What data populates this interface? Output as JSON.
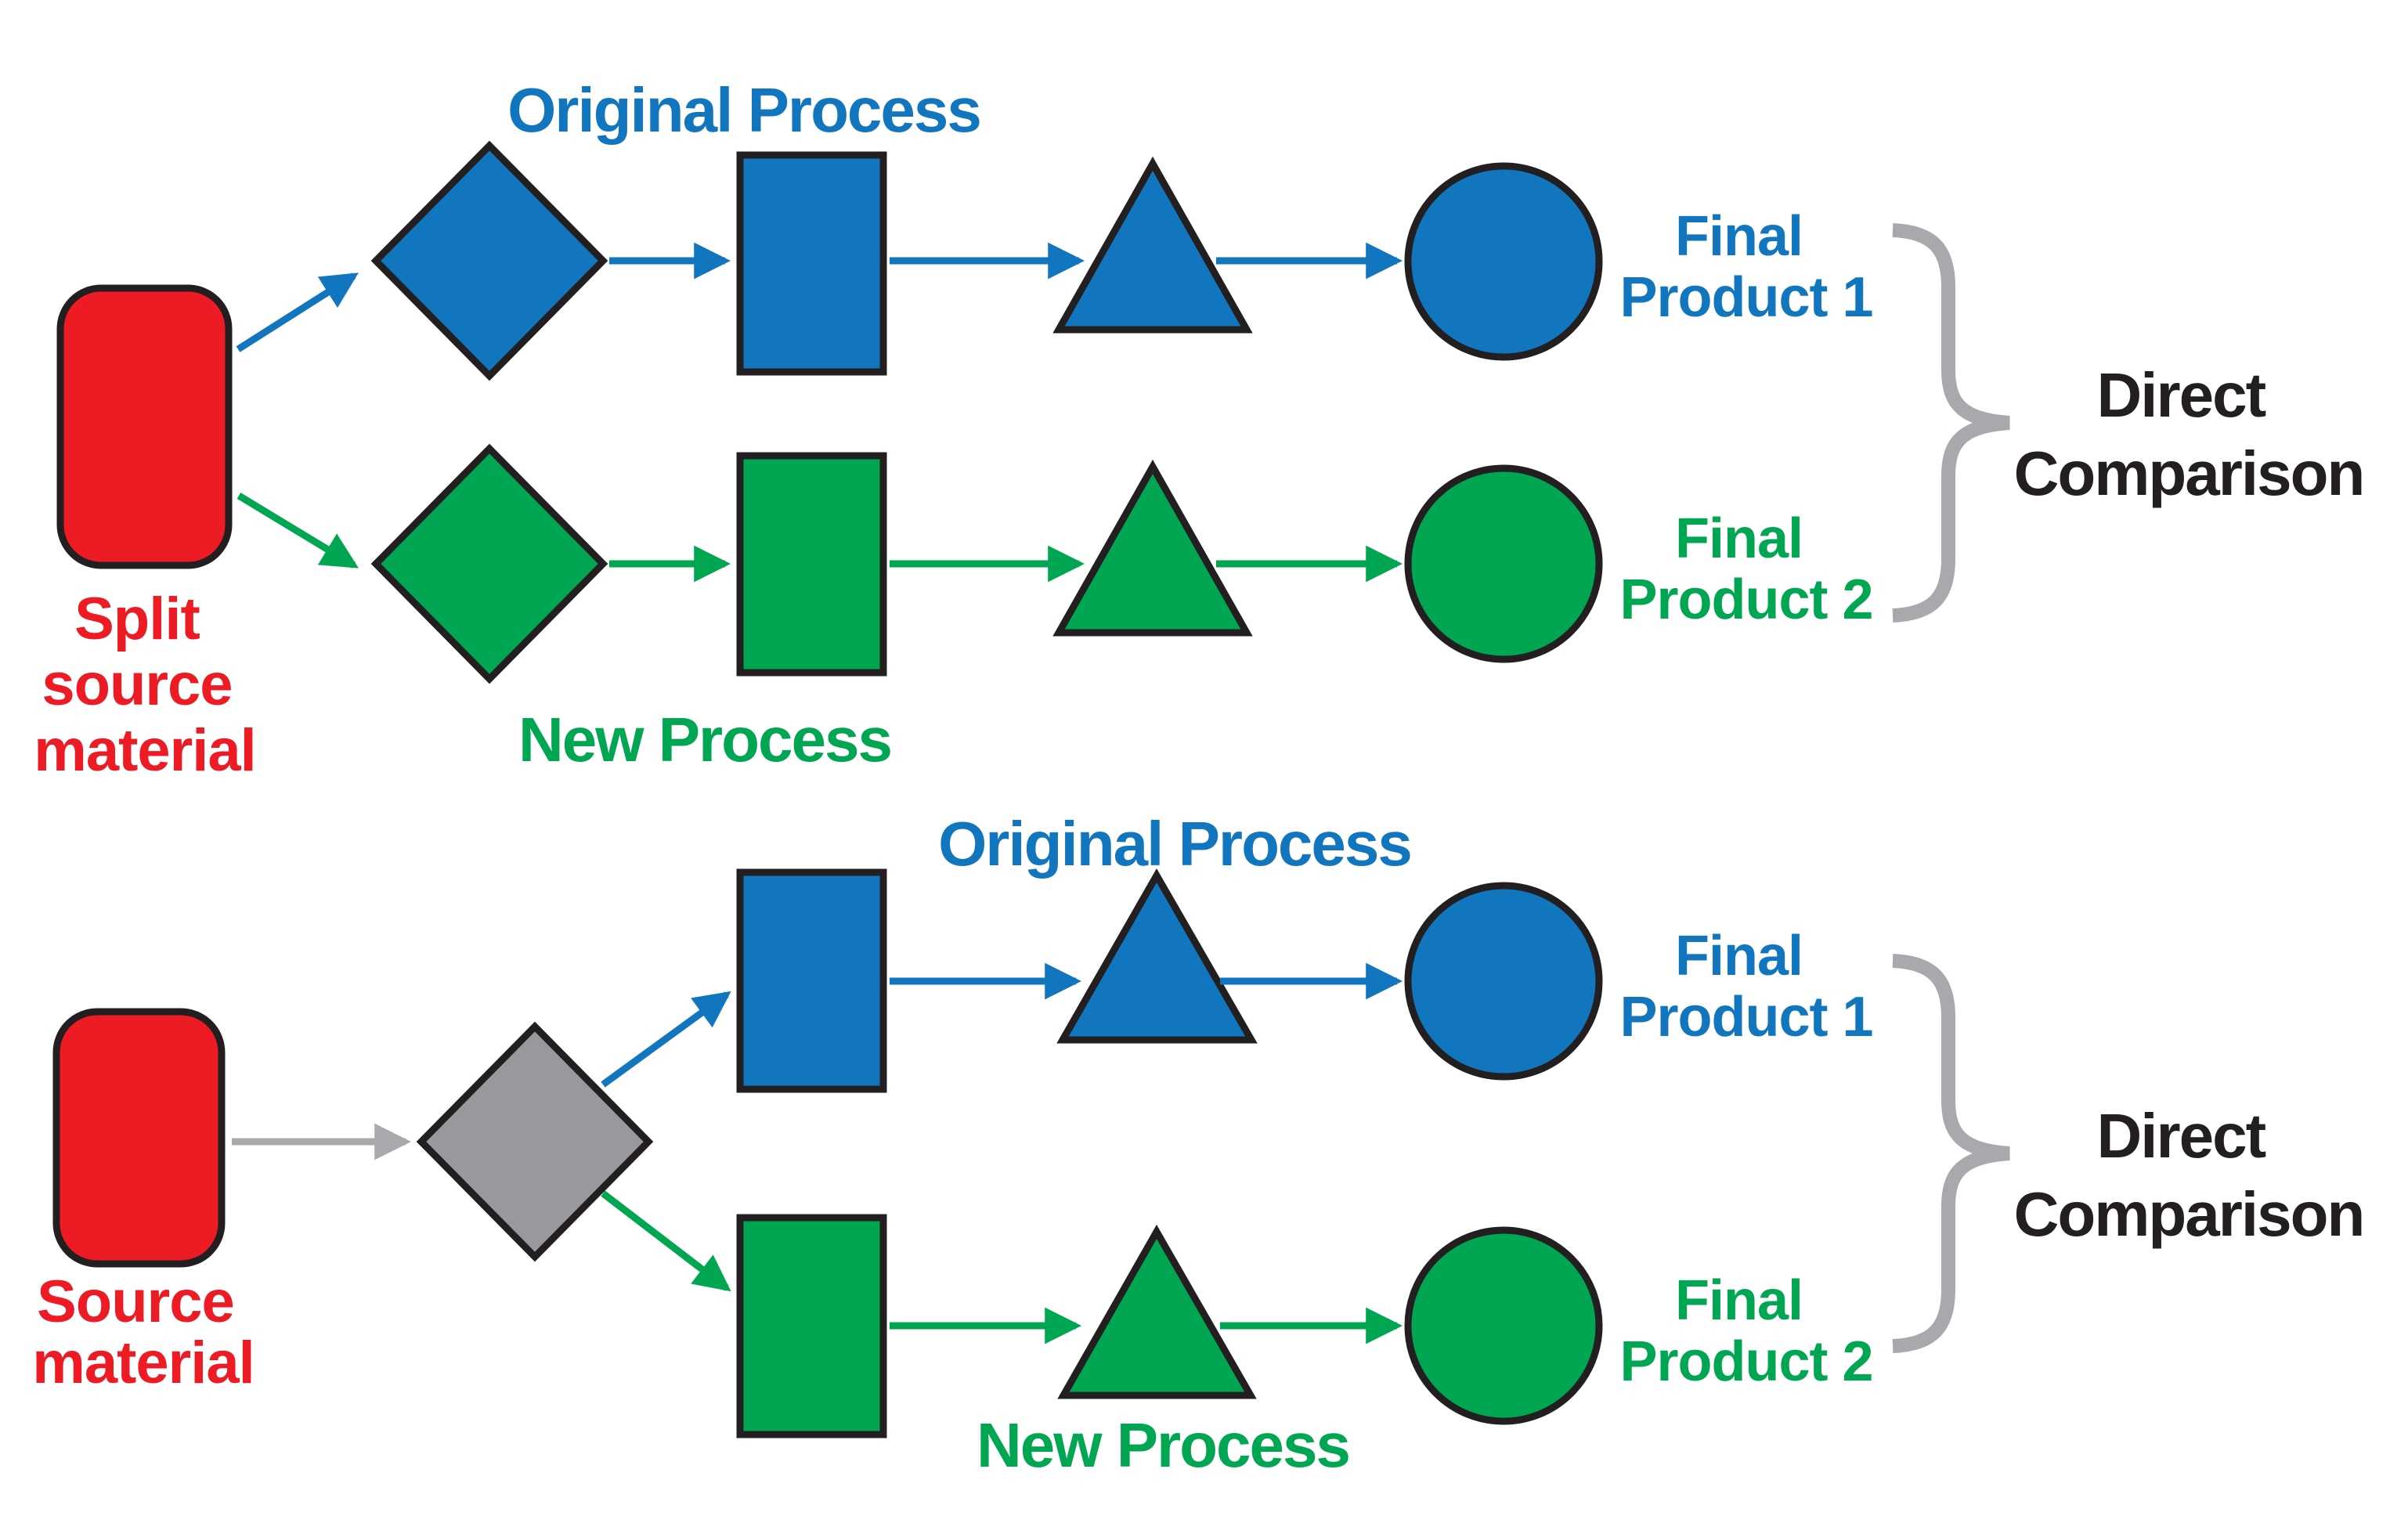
{
  "colors": {
    "blue": "#1176BE",
    "green": "#00A651",
    "red": "#ED1C24",
    "gray_shape": "#97999C",
    "gray_line": "#A7A9AC",
    "text_dark": "#231F20",
    "outline": "#231F20"
  },
  "top": {
    "source_lines": [
      "Split",
      "source",
      "material"
    ],
    "process1_title": "Original Process",
    "process2_title": "New Process",
    "product1_lines": [
      "Final",
      "Product 1"
    ],
    "product2_lines": [
      "Final",
      "Product 2"
    ],
    "comparison_lines": [
      "Direct",
      "Comparison"
    ]
  },
  "bottom": {
    "source_lines": [
      "Source",
      "material"
    ],
    "process1_title": "Original Process",
    "process2_title": "New Process",
    "product1_lines": [
      "Final",
      "Product 1"
    ],
    "product2_lines": [
      "Final",
      "Product 2"
    ],
    "comparison_lines": [
      "Direct",
      "Comparison"
    ]
  }
}
